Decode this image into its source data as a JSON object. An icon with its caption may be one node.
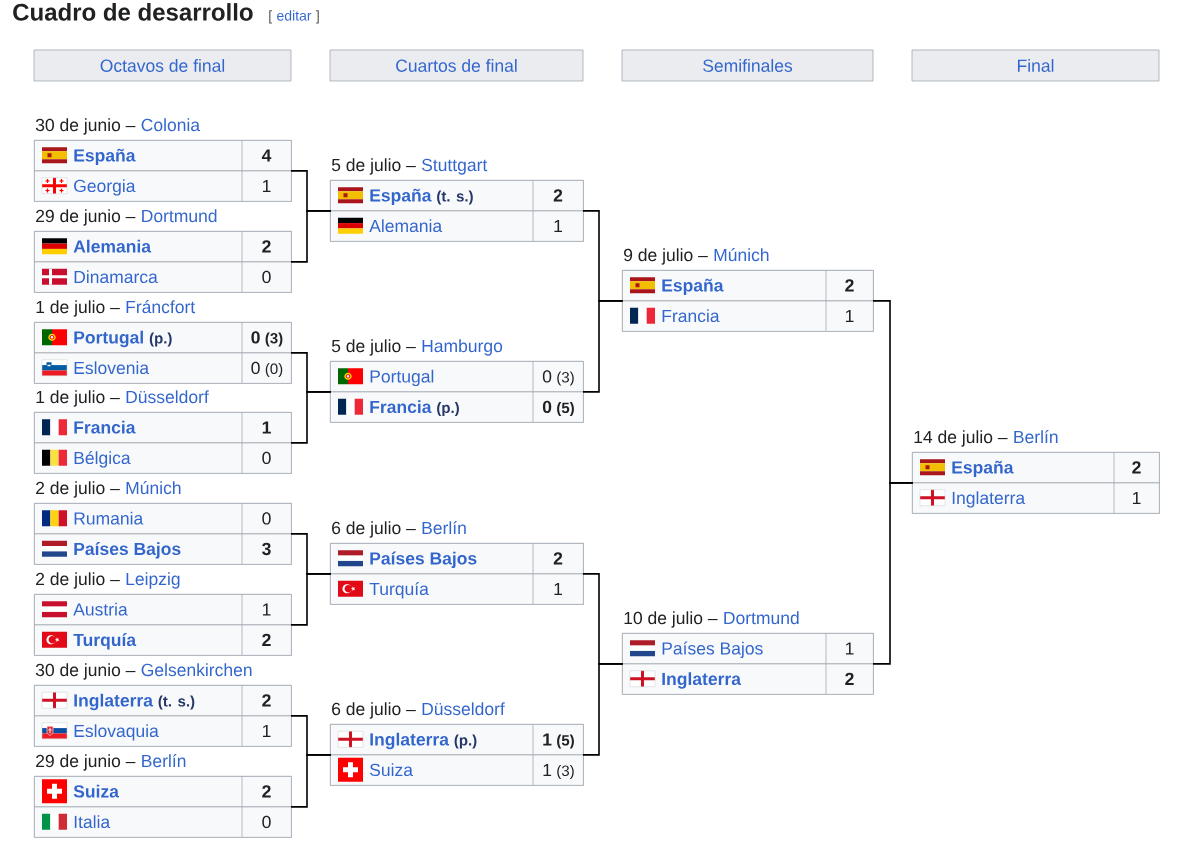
{
  "diagram": {
    "title": "Cuadro de desarrollo",
    "nodes": [
      {
        "text": [
          "Octavos de final"
        ]
      },
      {
        "text": [
          "Cuartos de final"
        ]
      },
      {
        "text": [
          "Semifinales"
        ]
      },
      {
        "text": [
          "Final"
        ]
      },
      {
        "text": [
          "30 de junio –",
          "Colonia"
        ]
      },
      {
        "text": [
          "España",
          "4"
        ],
        "in": 4
      },
      {
        "text": [
          "Georgia",
          "1"
        ],
        "in": 4
      },
      {
        "text": [
          "29 de junio –",
          "Dortmund"
        ]
      },
      {
        "text": [
          "Alemania",
          "2"
        ],
        "in": 7
      },
      {
        "text": [
          "Dinamarca",
          "0"
        ],
        "in": 7
      },
      {
        "text": [
          "1 de julio –",
          "Fráncfort"
        ]
      },
      {
        "text": [
          "Portugal",
          "(p.)",
          "0",
          "(3)"
        ],
        "in": 10
      },
      {
        "text": [
          "Eslovenia",
          "0",
          "(0)"
        ],
        "in": 10
      },
      {
        "text": [
          "1 de julio –",
          "Düsseldorf"
        ]
      },
      {
        "text": [
          "Francia",
          "1"
        ],
        "in": 13
      },
      {
        "text": [
          "Bélgica",
          "0"
        ],
        "in": 13
      },
      {
        "text": [
          "2 de julio –",
          "Múnich"
        ]
      },
      {
        "text": [
          "Rumania",
          "0"
        ],
        "in": 16
      },
      {
        "text": [
          "Países Bajos",
          "3"
        ],
        "in": 16
      },
      {
        "text": [
          "2 de julio –",
          "Leipzig"
        ]
      },
      {
        "text": [
          "Austria",
          "1"
        ],
        "in": 19
      },
      {
        "text": [
          "Turquía",
          "2"
        ],
        "in": 19
      },
      {
        "text": [
          "30 de junio –",
          "Gelsenkirchen"
        ]
      },
      {
        "text": [
          "Inglaterra",
          "(t. s.)",
          "2"
        ],
        "in": 22
      },
      {
        "text": [
          "Eslovaquia",
          "1"
        ],
        "in": 22
      },
      {
        "text": [
          "29 de junio –",
          "Berlín"
        ]
      },
      {
        "text": [
          "Suiza",
          "2"
        ],
        "in": 25
      },
      {
        "text": [
          "Italia",
          "0"
        ],
        "in": 25
      },
      {
        "text": [
          "5 de julio –",
          "Stuttgart"
        ]
      },
      {
        "text": [
          "España",
          "(t. s.)",
          "2"
        ],
        "in": 28
      },
      {
        "text": [
          "Alemania",
          "1"
        ],
        "in": 28
      },
      {
        "text": [
          "5 de julio –",
          "Hamburgo"
        ]
      },
      {
        "text": [
          "Portugal",
          "0",
          "(3)"
        ],
        "in": 31
      },
      {
        "text": [
          "Francia",
          "(p.)",
          "0",
          "(5)"
        ],
        "in": 31
      },
      {
        "text": [
          "6 de julio –",
          "Berlín"
        ]
      },
      {
        "text": [
          "Países Bajos",
          "2"
        ],
        "in": 34
      },
      {
        "text": [
          "Turquía",
          "1"
        ],
        "in": 34
      },
      {
        "text": [
          "6 de julio –",
          "Düsseldorf"
        ]
      },
      {
        "text": [
          "Inglaterra",
          "(p.)",
          "1",
          "(5)"
        ],
        "in": 37
      },
      {
        "text": [
          "Suiza",
          "1",
          "(3)"
        ],
        "in": 37
      },
      {
        "text": [
          "9 de julio –",
          "Múnich"
        ]
      },
      {
        "text": [
          "España",
          "2"
        ],
        "in": 40
      },
      {
        "text": [
          "Francia",
          "1"
        ],
        "in": 40
      },
      {
        "text": [
          "10 de julio –",
          "Dortmund"
        ]
      },
      {
        "text": [
          "Países Bajos",
          "1"
        ],
        "in": 43
      },
      {
        "text": [
          "Inglaterra",
          "2"
        ],
        "in": 43
      },
      {
        "text": [
          "14 de julio –",
          "Berlín"
        ]
      },
      {
        "text": [
          "España",
          "2"
        ],
        "in": 46
      },
      {
        "text": [
          "Inglaterra",
          "1"
        ],
        "in": 46
      }
    ],
    "edges": [
      {
        "from": 4,
        "to": 28,
        "arrow": "none"
      },
      {
        "from": 7,
        "to": 28,
        "arrow": "none"
      },
      {
        "from": 10,
        "to": 31,
        "arrow": "none"
      },
      {
        "from": 13,
        "to": 31,
        "arrow": "none"
      },
      {
        "from": 16,
        "to": 34,
        "arrow": "none"
      },
      {
        "from": 19,
        "to": 34,
        "arrow": "none"
      },
      {
        "from": 22,
        "to": 37,
        "arrow": "none"
      },
      {
        "from": 25,
        "to": 37,
        "arrow": "none"
      },
      {
        "from": 28,
        "to": 40,
        "arrow": "none"
      },
      {
        "from": 31,
        "to": 40,
        "arrow": "none"
      },
      {
        "from": 34,
        "to": 43,
        "arrow": "none"
      },
      {
        "from": 37,
        "to": 43,
        "arrow": "none"
      },
      {
        "from": 40,
        "to": 46,
        "arrow": "none"
      },
      {
        "from": 43,
        "to": 46,
        "arrow": "none"
      }
    ],
    "labels": [
      "[",
      "editar",
      "]"
    ]
  }
}
